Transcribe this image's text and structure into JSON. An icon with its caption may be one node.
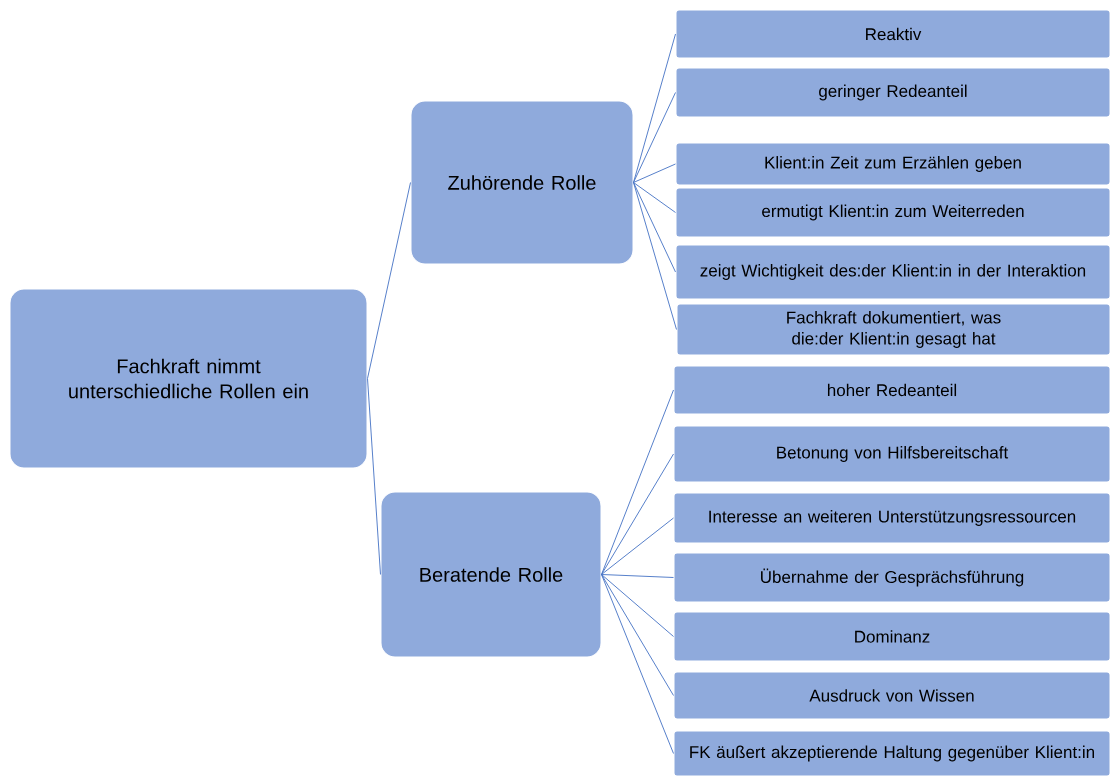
{
  "diagram": {
    "nodes": [
      {
        "text": [
          "Fachkraft nimmt unterschiedliche Rollen ein"
        ]
      },
      {
        "text": [
          "Zuhörende Rolle"
        ]
      },
      {
        "text": [
          "Beratende Rolle"
        ]
      },
      {
        "text": [
          "Reaktiv"
        ]
      },
      {
        "text": [
          "geringer Redeanteil"
        ]
      },
      {
        "text": [
          "Klient:in Zeit zum Erzählen geben"
        ]
      },
      {
        "text": [
          "ermutigt Klient:in zum Weiterreden"
        ]
      },
      {
        "text": [
          "zeigt Wichtigkeit des:der Klient:in in der Interaktion"
        ]
      },
      {
        "text": [
          "Fachkraft dokumentiert, was die:der Klient:in gesagt hat"
        ]
      },
      {
        "text": [
          "hoher Redeanteil"
        ]
      },
      {
        "text": [
          "Betonung von Hilfsbereitschaft"
        ]
      },
      {
        "text": [
          "Interesse an weiteren Unterstützungsressourcen"
        ]
      },
      {
        "text": [
          "Übernahme der Gesprächsführung"
        ]
      },
      {
        "text": [
          "Dominanz"
        ]
      },
      {
        "text": [
          "Ausdruck von Wissen"
        ]
      },
      {
        "text": [
          "FK äußert akzeptierende Haltung gegenüber Klient:in"
        ]
      }
    ],
    "edges": [
      {
        "from": 0,
        "to": 1,
        "arrow": "none"
      },
      {
        "from": 0,
        "to": 2,
        "arrow": "none"
      },
      {
        "from": 1,
        "to": 3,
        "arrow": "none"
      },
      {
        "from": 1,
        "to": 4,
        "arrow": "none"
      },
      {
        "from": 1,
        "to": 5,
        "arrow": "none"
      },
      {
        "from": 1,
        "to": 6,
        "arrow": "none"
      },
      {
        "from": 1,
        "to": 7,
        "arrow": "none"
      },
      {
        "from": 1,
        "to": 8,
        "arrow": "none"
      },
      {
        "from": 2,
        "to": 9,
        "arrow": "none"
      },
      {
        "from": 2,
        "to": 10,
        "arrow": "none"
      },
      {
        "from": 2,
        "to": 11,
        "arrow": "none"
      },
      {
        "from": 2,
        "to": 12,
        "arrow": "none"
      },
      {
        "from": 2,
        "to": 13,
        "arrow": "none"
      },
      {
        "from": 2,
        "to": 14,
        "arrow": "none"
      },
      {
        "from": 2,
        "to": 15,
        "arrow": "none"
      }
    ]
  }
}
